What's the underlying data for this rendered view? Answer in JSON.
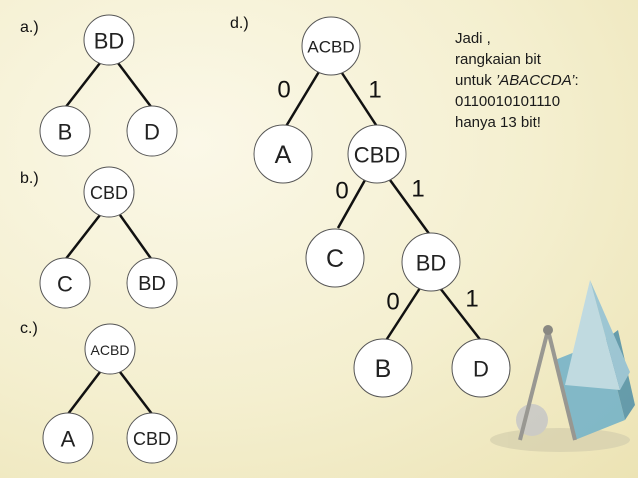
{
  "part_labels": {
    "a": "a.)",
    "b": "b.)",
    "c": "c.)",
    "d": "d.)"
  },
  "nodes": {
    "a_root": "BD",
    "a_left": "B",
    "a_right": "D",
    "b_root": "CBD",
    "b_left": "C",
    "b_right": "BD",
    "c_root": "ACBD",
    "c_left": "A",
    "c_right": "CBD",
    "d_root": "ACBD",
    "d_a": "A",
    "d_cbd": "CBD",
    "d_c": "C",
    "d_bd": "BD",
    "d_b": "B",
    "d_d": "D"
  },
  "edge_labels": {
    "d_root_left": "0",
    "d_root_right": "1",
    "d_cbd_left": "0",
    "d_cbd_right": "1",
    "d_bd_left": "0",
    "d_bd_right": "1"
  },
  "note": {
    "line1": "Jadi ,",
    "line2": "rangkaian bit",
    "line3_prefix": "untuk ",
    "line3_italic": "’ABACCDA’",
    "line3_suffix": ":",
    "line4": "0110010101110",
    "line5": "hanya 13 bit!"
  }
}
